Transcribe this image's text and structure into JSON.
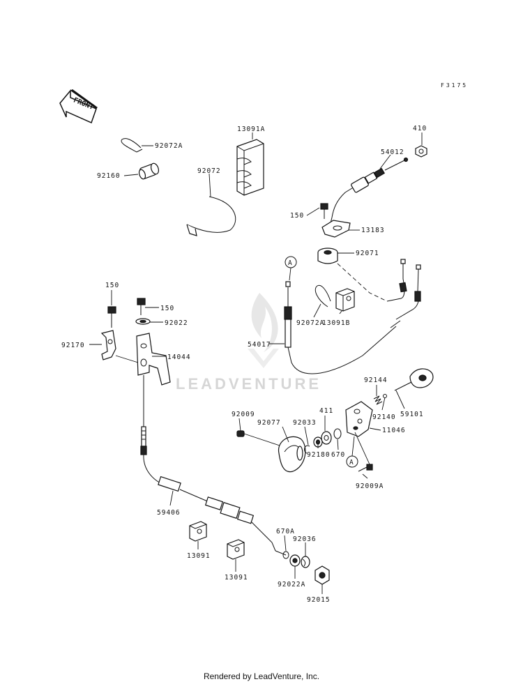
{
  "figure_code": "F3175",
  "front_arrow": "FRONT",
  "watermark": "LEADVENTURE",
  "footer": "Rendered by LeadVenture, Inc.",
  "callouts": [
    "A",
    "A"
  ],
  "labels": {
    "p92072A_1": "92072A",
    "p92160": "92160",
    "p13091A": "13091A",
    "p92072": "92072",
    "p410": "410",
    "p54012": "54012",
    "p150_top": "150",
    "p13183": "13183",
    "p92071": "92071",
    "p92072A_2": "92072A",
    "p13091B": "13091B",
    "p54017": "54017",
    "p150_l1": "150",
    "p150_l2": "150",
    "p92022": "92022",
    "p92170": "92170",
    "p14044": "14044",
    "p92144": "92144",
    "p92140": "92140",
    "p59101": "59101",
    "p92009": "92009",
    "p92077": "92077",
    "p92033": "92033",
    "p411": "411",
    "p11046": "11046",
    "p92180": "92180",
    "p670": "670",
    "p92009A": "92009A",
    "p59406": "59406",
    "p670A": "670A",
    "p92036": "92036",
    "p13091_1": "13091",
    "p13091_2": "13091",
    "p92022A": "92022A",
    "p92015": "92015"
  }
}
